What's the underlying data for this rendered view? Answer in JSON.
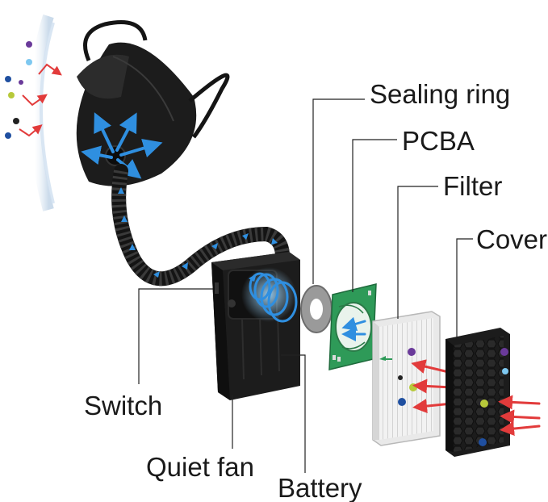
{
  "labels": {
    "sealing_ring": "Sealing ring",
    "pcba": "PCBA",
    "filter": "Filter",
    "cover": "Cover",
    "switch": "Switch",
    "quiet_fan": "Quiet fan",
    "battery": "Battery"
  },
  "colors": {
    "airflow_arrow": "#2f8fe0",
    "dirty_air_arrow": "#e23b3b",
    "device_body": "#1c1c1c",
    "pcb_green": "#2e9a58",
    "leader_line": "#222222"
  },
  "icons": {
    "mask": "face-mask-icon",
    "hose": "air-hose-icon",
    "fan_unit": "fan-unit-icon",
    "sealing_ring": "sealing-ring-icon",
    "pcba": "pcb-board-icon",
    "filter": "filter-cartridge-icon",
    "cover": "vent-cover-icon"
  }
}
